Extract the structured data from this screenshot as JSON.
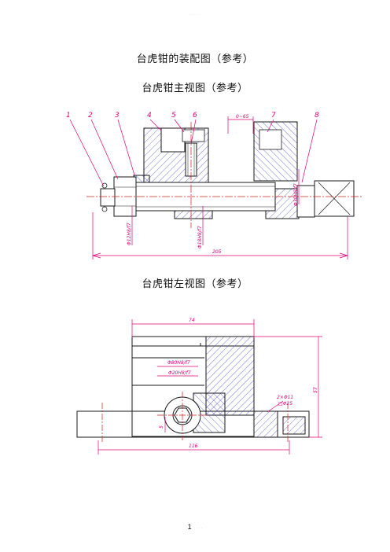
{
  "page": {
    "header_mark": "· · · · ·",
    "title": "台虎钳的装配图（参考）",
    "section_front": "台虎钳主视图（参考）",
    "section_left": "台虎钳左视图（参考）",
    "page_number": "1",
    "page_suffix": "· · · ·"
  },
  "front_view": {
    "part_numbers": [
      "1",
      "2",
      "3",
      "4",
      "5",
      "6",
      "7",
      "8"
    ],
    "dim_jaw_opening": "0~65",
    "dim_left_fit": "Φ12H8/f7",
    "dim_screw_fit": "Φ18H8/f7",
    "dim_center_fit": "Φ30H8/f7",
    "dim_overall_length": "205"
  },
  "left_view": {
    "dim_top_width": "74",
    "dim_slot_fit": "Φ80H8/f7",
    "dim_hole_fit": "Φ20H8/f7",
    "dim_small_height": "5",
    "dim_holes": "2×Φ11",
    "dim_counterbore": "□Φ25",
    "dim_height": "57",
    "dim_base_width": "116"
  },
  "colors": {
    "outline": "#1a1a1a",
    "hatch": "#3c3cc8",
    "dimension": "#e0007a",
    "centerline": "#d81c1c"
  }
}
